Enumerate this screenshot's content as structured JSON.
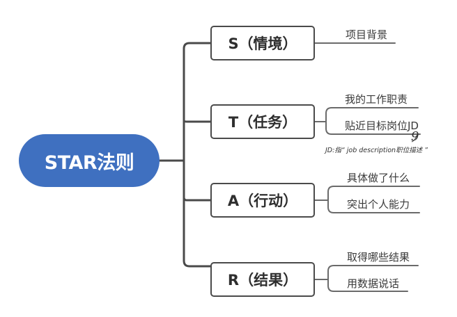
{
  "root": {
    "label": "STAR法则",
    "color": "#3f70c0"
  },
  "branches": [
    {
      "label": "S（情境）",
      "children": [
        "项目背景"
      ]
    },
    {
      "label": "T（任务）",
      "children": [
        "我的工作职责",
        "贴近目标岗位JD"
      ]
    },
    {
      "label": "A（行动）",
      "children": [
        "具体做了什么",
        "突出个人能力"
      ]
    },
    {
      "label": "R（结果）",
      "children": [
        "取得哪些结果",
        "用数据说话"
      ]
    }
  ],
  "annotation": {
    "text": "JD:指“ job description职位描述 ”",
    "mark": "9"
  },
  "colors": {
    "line": "#4a4a4a",
    "leaf_line": "#6a6a6a",
    "text": "#2e2e2e"
  }
}
